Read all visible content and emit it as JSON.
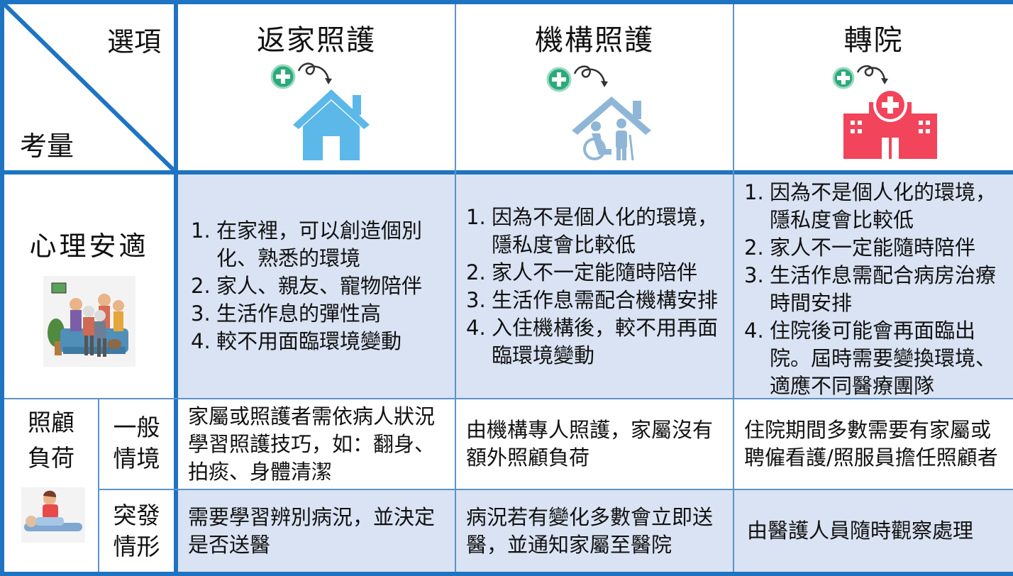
{
  "header": {
    "corner_top": "選項",
    "corner_bottom": "考量",
    "col1": "返家照護",
    "col2": "機構照護",
    "col3": "轉院"
  },
  "rows": {
    "psych": {
      "label": "心理安適",
      "col1": [
        "在家裡，可以創造個別化、熟悉的環境",
        "家人、親友、寵物陪伴",
        "生活作息的彈性高",
        "較不用面臨環境變動"
      ],
      "col2": [
        "因為不是個人化的環境，隱私度會比較低",
        "家人不一定能隨時陪伴",
        "生活作息需配合機構安排",
        "入住機構後，較不用再面臨環境變動"
      ],
      "col3": [
        "因為不是個人化的環境，隱私度會比較低",
        "家人不一定能隨時陪伴",
        "生活作息需配合病房治療時間安排",
        "住院後可能會再面臨出院。屆時需要變換環境、適應不同醫療團隊"
      ]
    },
    "burden": {
      "label_line1": "照顧",
      "label_line2": "負荷",
      "general": {
        "label_line1": "一般",
        "label_line2": "情境",
        "col1": "家屬或照護者需依病人狀況學習照護技巧，如：翻身、拍痰、身體清潔",
        "col2": "由機構專人照護，家屬沒有額外照顧負荷",
        "col3": "住院期間多數需要有家屬或聘僱看護/照服員擔任照顧者"
      },
      "sudden": {
        "label_line1": "突發",
        "label_line2": "情形",
        "col1": "需要學習辨別病況，並決定是否送醫",
        "col2": "病況若有變化多數會立即送醫，並通知家屬至醫院",
        "col3": "由醫護人員隨時觀察處理"
      }
    }
  },
  "colors": {
    "border": "#1f74c2",
    "cell_fill": "#d9e3f3",
    "house": "#5bb8e8",
    "care_home": "#8fb6d6",
    "hospital": "#f2445a",
    "plus_icon": "#2bab7a"
  }
}
